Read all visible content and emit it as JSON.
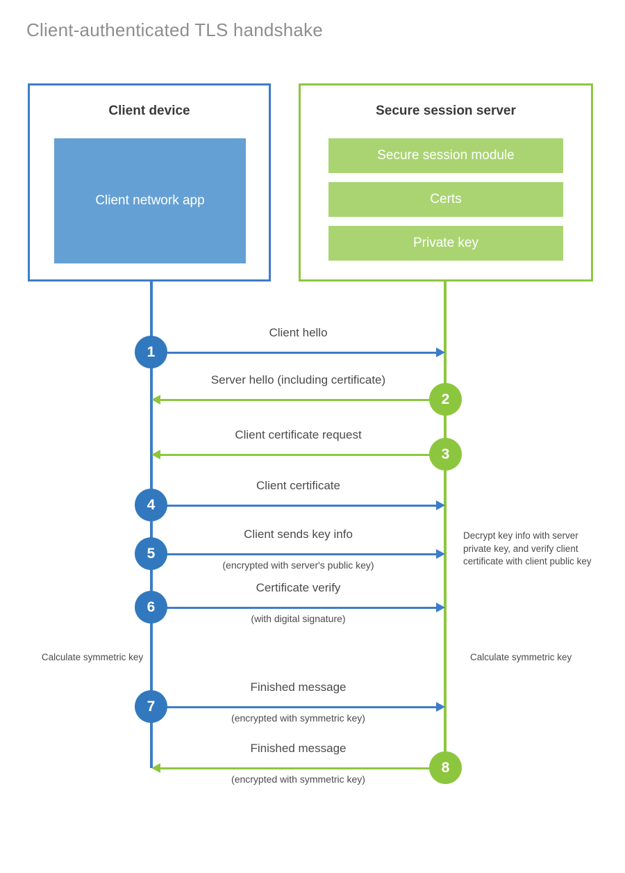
{
  "diagram": {
    "title": "Client-authenticated TLS handshake",
    "colors": {
      "client_blue": "#3d7cc9",
      "client_app_fill": "#64a0d4",
      "server_green": "#8dc63f",
      "server_block_fill": "#aad472",
      "step_blue": "#3278be",
      "step_green": "#8cc63e",
      "title_gray": "#8e8e8e",
      "text_gray": "#4a4a4a"
    }
  },
  "client": {
    "title": "Client device",
    "app_label": "Client network app"
  },
  "server": {
    "title": "Secure session server",
    "blocks": [
      {
        "label": "Secure session module"
      },
      {
        "label": "Certs"
      },
      {
        "label": "Private key"
      }
    ]
  },
  "messages": [
    {
      "number": "1",
      "label": "Client hello",
      "sublabel": "",
      "direction": "client-to-server",
      "color": "blue"
    },
    {
      "number": "2",
      "label": "Server hello (including certificate)",
      "sublabel": "",
      "direction": "server-to-client",
      "color": "green"
    },
    {
      "number": "3",
      "label": "Client certificate request",
      "sublabel": "",
      "direction": "server-to-client",
      "color": "green"
    },
    {
      "number": "4",
      "label": "Client certificate",
      "sublabel": "",
      "direction": "client-to-server",
      "color": "blue"
    },
    {
      "number": "5",
      "label": "Client sends key info",
      "sublabel": "(encrypted with server's public key)",
      "direction": "client-to-server",
      "color": "blue"
    },
    {
      "number": "6",
      "label": "Certificate verify",
      "sublabel": "(with digital signature)",
      "direction": "client-to-server",
      "color": "blue"
    },
    {
      "number": "7",
      "label": "Finished message",
      "sublabel": "(encrypted with symmetric key)",
      "direction": "client-to-server",
      "color": "blue"
    },
    {
      "number": "8",
      "label": "Finished message",
      "sublabel": "(encrypted with symmetric key)",
      "direction": "server-to-client",
      "color": "green"
    }
  ],
  "notes": {
    "decrypt": "Decrypt key info with server private key, and verify client certificate with client public key",
    "calculate_client": "Calculate symmetric key",
    "calculate_server": "Calculate symmetric key"
  }
}
